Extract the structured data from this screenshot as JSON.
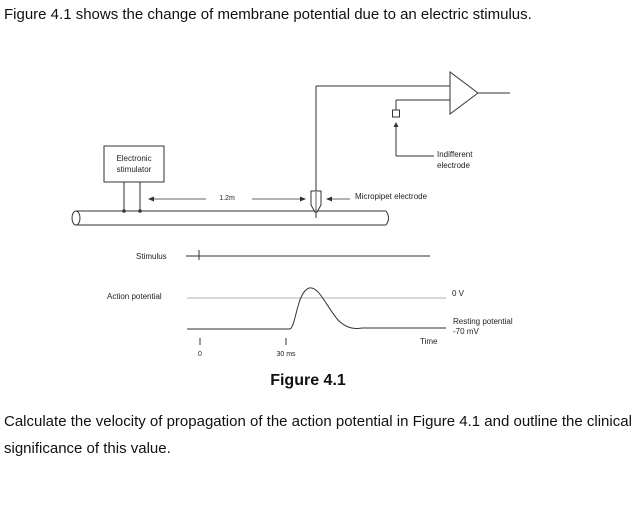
{
  "intro_text": "Figure 4.1 shows the change of membrane potential due to an electric stimulus.",
  "figure": {
    "stimulator_label_line1": "Electronic",
    "stimulator_label_line2": "stimulator",
    "distance_label": "1.2m",
    "micropipet_label": "Micropipet electrode",
    "indifferent_label_line1": "Indifferent",
    "indifferent_label_line2": "electrode",
    "stimulus_label": "Stimulus",
    "action_potential_label": "Action potential",
    "zero_v_label": "0 V",
    "resting_label_line1": "Resting potential",
    "resting_label_line2": "-70 mV",
    "time_label": "Time",
    "tick_zero_label": "0",
    "tick_30_label": "30 ms",
    "caption": "Figure 4.1"
  },
  "question_text": "Calculate the velocity of propagation of the action potential in Figure 4.1 and outline the clinical significance of this value."
}
